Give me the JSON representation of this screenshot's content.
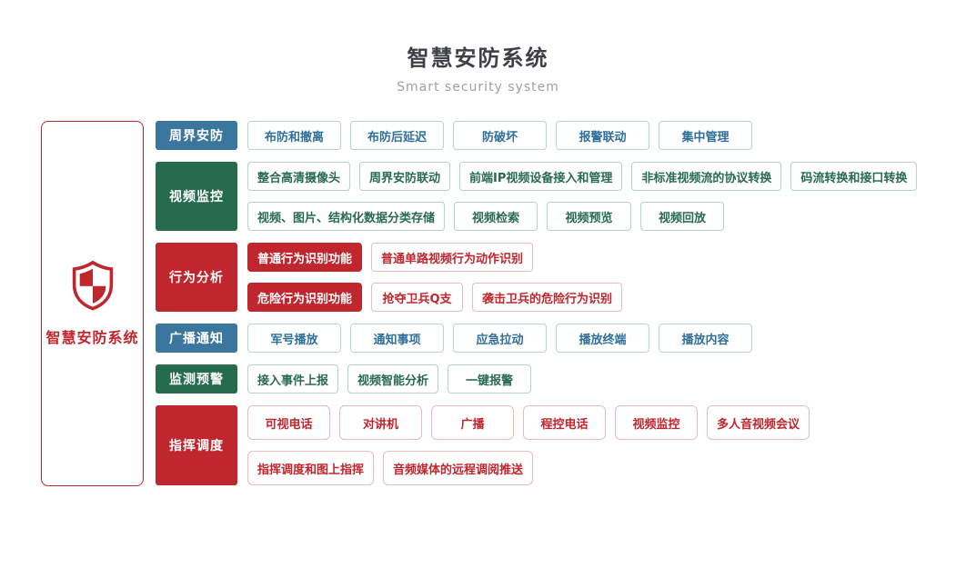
{
  "header": {
    "title": "智慧安防系统",
    "subtitle": "Smart security system"
  },
  "root": {
    "label": "智慧安防系统",
    "icon": "shield-checkered-icon"
  },
  "colors": {
    "blue": "#3a769d",
    "green": "#266b4e",
    "red": "#c0262d",
    "blue_text": "#2f6f99",
    "green_text": "#286b4f",
    "red_text": "#c0262d"
  },
  "groups": [
    {
      "label": "周界安防",
      "theme": "blue",
      "rows": [
        [
          "布防和撤离",
          "布防后延迟",
          "防破坏",
          "报警联动",
          "集中管理"
        ]
      ]
    },
    {
      "label": "视频监控",
      "theme": "green",
      "rows": [
        [
          "整合高清摄像头",
          "周界安防联动",
          "前端IP视频设备接入和管理",
          "非标准视频流的协议转换",
          "码流转换和接口转换"
        ],
        [
          "视频、图片、结构化数据分类存储",
          "视频检索",
          "视频预览",
          "视频回放"
        ]
      ]
    },
    {
      "label": "行为分析",
      "theme": "red",
      "rows": [
        [
          "普通行为识别功能",
          "普通单路视频行为动作识别"
        ],
        [
          "危险行为识别功能",
          "抢夺卫兵Q支",
          "袭击卫兵的危险行为识别"
        ]
      ]
    },
    {
      "label": "广播通知",
      "theme": "blue",
      "rows": [
        [
          "军号播放",
          "通知事项",
          "应急拉动",
          "播放终端",
          "播放内容"
        ]
      ]
    },
    {
      "label": "监测预警",
      "theme": "green",
      "rows": [
        [
          "接入事件上报",
          "视频智能分析",
          "一键报警"
        ]
      ]
    },
    {
      "label": "指挥调度",
      "theme": "red",
      "rows": [
        [
          "可视电话",
          "对讲机",
          "广播",
          "程控电话",
          "视频监控",
          "多人音视频会议"
        ],
        [
          "指挥调度和图上指挥",
          "音频媒体的远程调阅推送"
        ]
      ]
    }
  ]
}
